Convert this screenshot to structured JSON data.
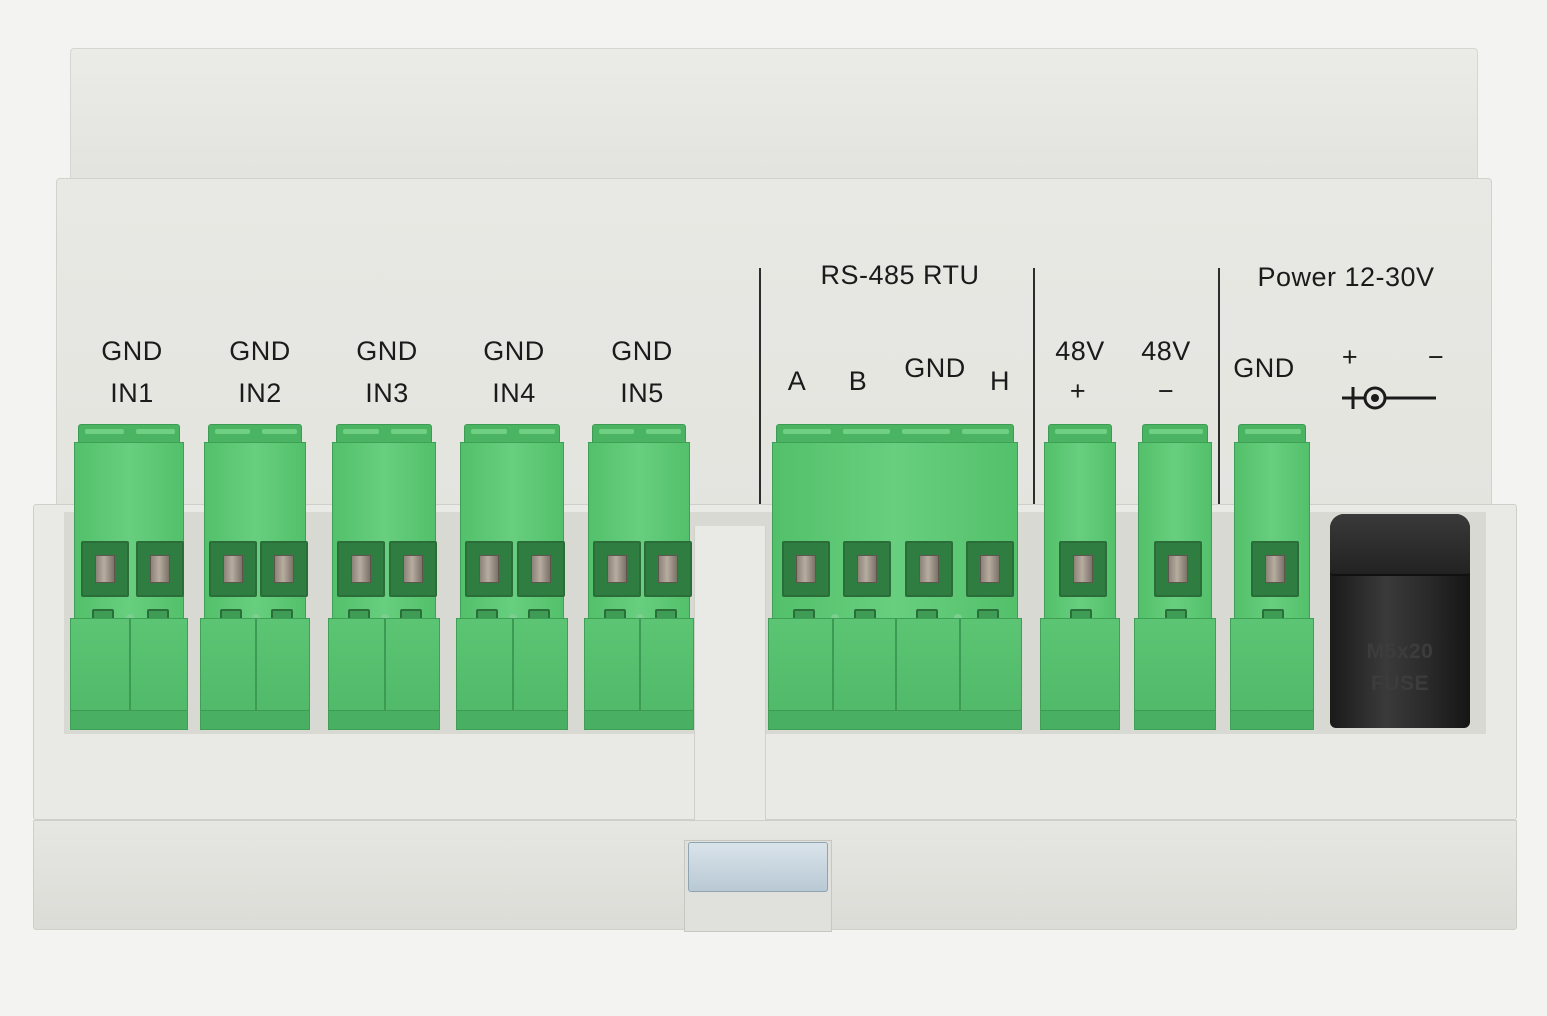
{
  "inputs": [
    {
      "top": "GND",
      "bottom": "IN1"
    },
    {
      "top": "GND",
      "bottom": "IN2"
    },
    {
      "top": "GND",
      "bottom": "IN3"
    },
    {
      "top": "GND",
      "bottom": "IN4"
    },
    {
      "top": "GND",
      "bottom": "IN5"
    }
  ],
  "rs485": {
    "title": "RS-485 RTU",
    "a": "A",
    "b": "B",
    "gnd": "GND",
    "h": "H"
  },
  "out48v": {
    "plus_top": "48V",
    "plus_sign": "+",
    "minus_top": "48V",
    "minus_sign": "−"
  },
  "power": {
    "title": "Power 12-30V",
    "gnd": "GND",
    "plus": "+",
    "minus": "−"
  },
  "fuse": {
    "line1": "M5x20",
    "line2": "FUSE"
  },
  "colors": {
    "housing": "#e8e8e4",
    "terminal_green": "#5cc574",
    "fuse_black": "#222222",
    "clip_blue": "#c6d4de"
  }
}
